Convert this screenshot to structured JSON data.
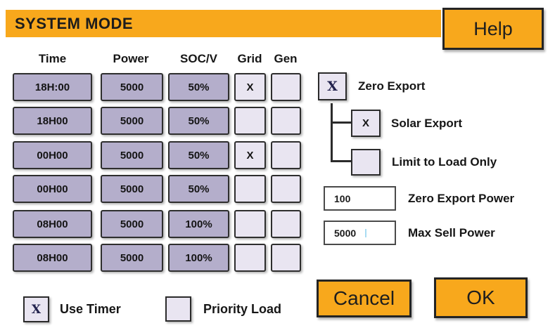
{
  "header": {
    "title": "SYSTEM MODE",
    "help_label": "Help"
  },
  "table": {
    "columns": {
      "time": "Time",
      "power": "Power",
      "soc": "SOC/V",
      "grid": "Grid",
      "gen": "Gen"
    },
    "rows": [
      {
        "time": "18H:00",
        "power": "5000",
        "soc": "50%",
        "grid": "X",
        "gen": ""
      },
      {
        "time": "18H00",
        "power": "5000",
        "soc": "50%",
        "grid": "",
        "gen": ""
      },
      {
        "time": "00H00",
        "power": "5000",
        "soc": "50%",
        "grid": "X",
        "gen": ""
      },
      {
        "time": "00H00",
        "power": "5000",
        "soc": "50%",
        "grid": "",
        "gen": ""
      },
      {
        "time": "08H00",
        "power": "5000",
        "soc": "100%",
        "grid": "",
        "gen": ""
      },
      {
        "time": "08H00",
        "power": "5000",
        "soc": "100%",
        "grid": "",
        "gen": ""
      }
    ]
  },
  "export_panel": {
    "zero_export": {
      "label": "Zero Export",
      "mark": "X"
    },
    "solar_export": {
      "label": "Solar Export",
      "mark": "X"
    },
    "limit_to_load": {
      "label": "Limit to Load Only",
      "mark": ""
    },
    "zero_export_power": {
      "label": "Zero Export Power",
      "value": "100"
    },
    "max_sell_power": {
      "label": "Max Sell Power",
      "value": "5000"
    }
  },
  "footer": {
    "use_timer": {
      "label": "Use Timer",
      "mark": "X"
    },
    "priority_load": {
      "label": "Priority Load",
      "mark": ""
    },
    "cancel_label": "Cancel",
    "ok_label": "OK"
  },
  "colors": {
    "accent_orange": "#F8A81C",
    "cell_purple": "#B4AECB",
    "checkbox_lavender": "#E9E5F1",
    "border_dark": "#2B2B2B",
    "input_white": "#FFFFFF"
  }
}
